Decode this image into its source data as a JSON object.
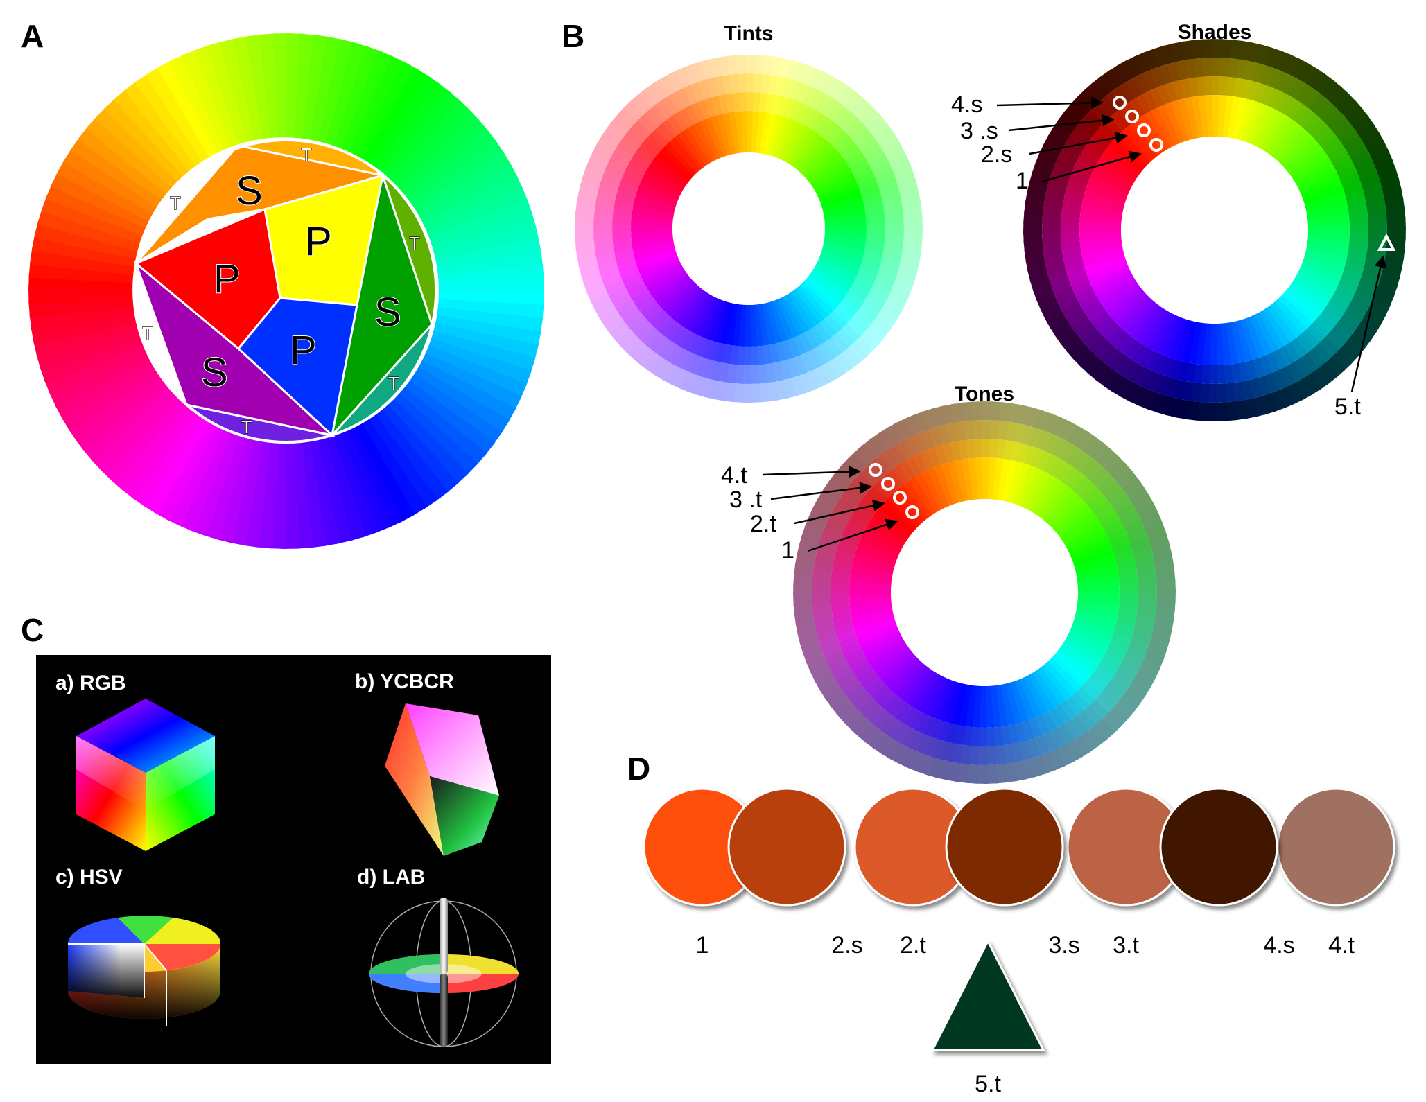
{
  "panels": {
    "a": "A",
    "b": "B",
    "c": "C",
    "d": "D"
  },
  "panel_a": {
    "primary": "P",
    "secondary": "S",
    "tertiary": "T"
  },
  "panel_b": {
    "tints_title": "Tints",
    "shades_title": "Shades",
    "tones_title": "Tones",
    "shades_annotations": [
      "4.s",
      "3 .s",
      "2.s",
      "1",
      "5.t"
    ],
    "tones_annotations": [
      "4.t",
      "3 .t",
      "2.t",
      "1"
    ]
  },
  "panel_c": {
    "rgb": "a) RGB",
    "ycbcr": "b) YCBCR",
    "hsv": "c) HSV",
    "lab": "d) LAB"
  },
  "panel_d": {
    "swatches": [
      {
        "label": "1",
        "color": "#FF5010"
      },
      {
        "label": "2.s",
        "color": "#B8400A"
      },
      {
        "label": "2.t",
        "color": "#DC5A2A"
      },
      {
        "label": "3.s",
        "color": "#7E2A04"
      },
      {
        "label": "3.t",
        "color": "#BC6444"
      },
      {
        "label": "4.s",
        "color": "#401800"
      },
      {
        "label": "4.t",
        "color": "#A07060"
      }
    ],
    "triangle": {
      "label": "5.t",
      "color": "#003820"
    }
  }
}
